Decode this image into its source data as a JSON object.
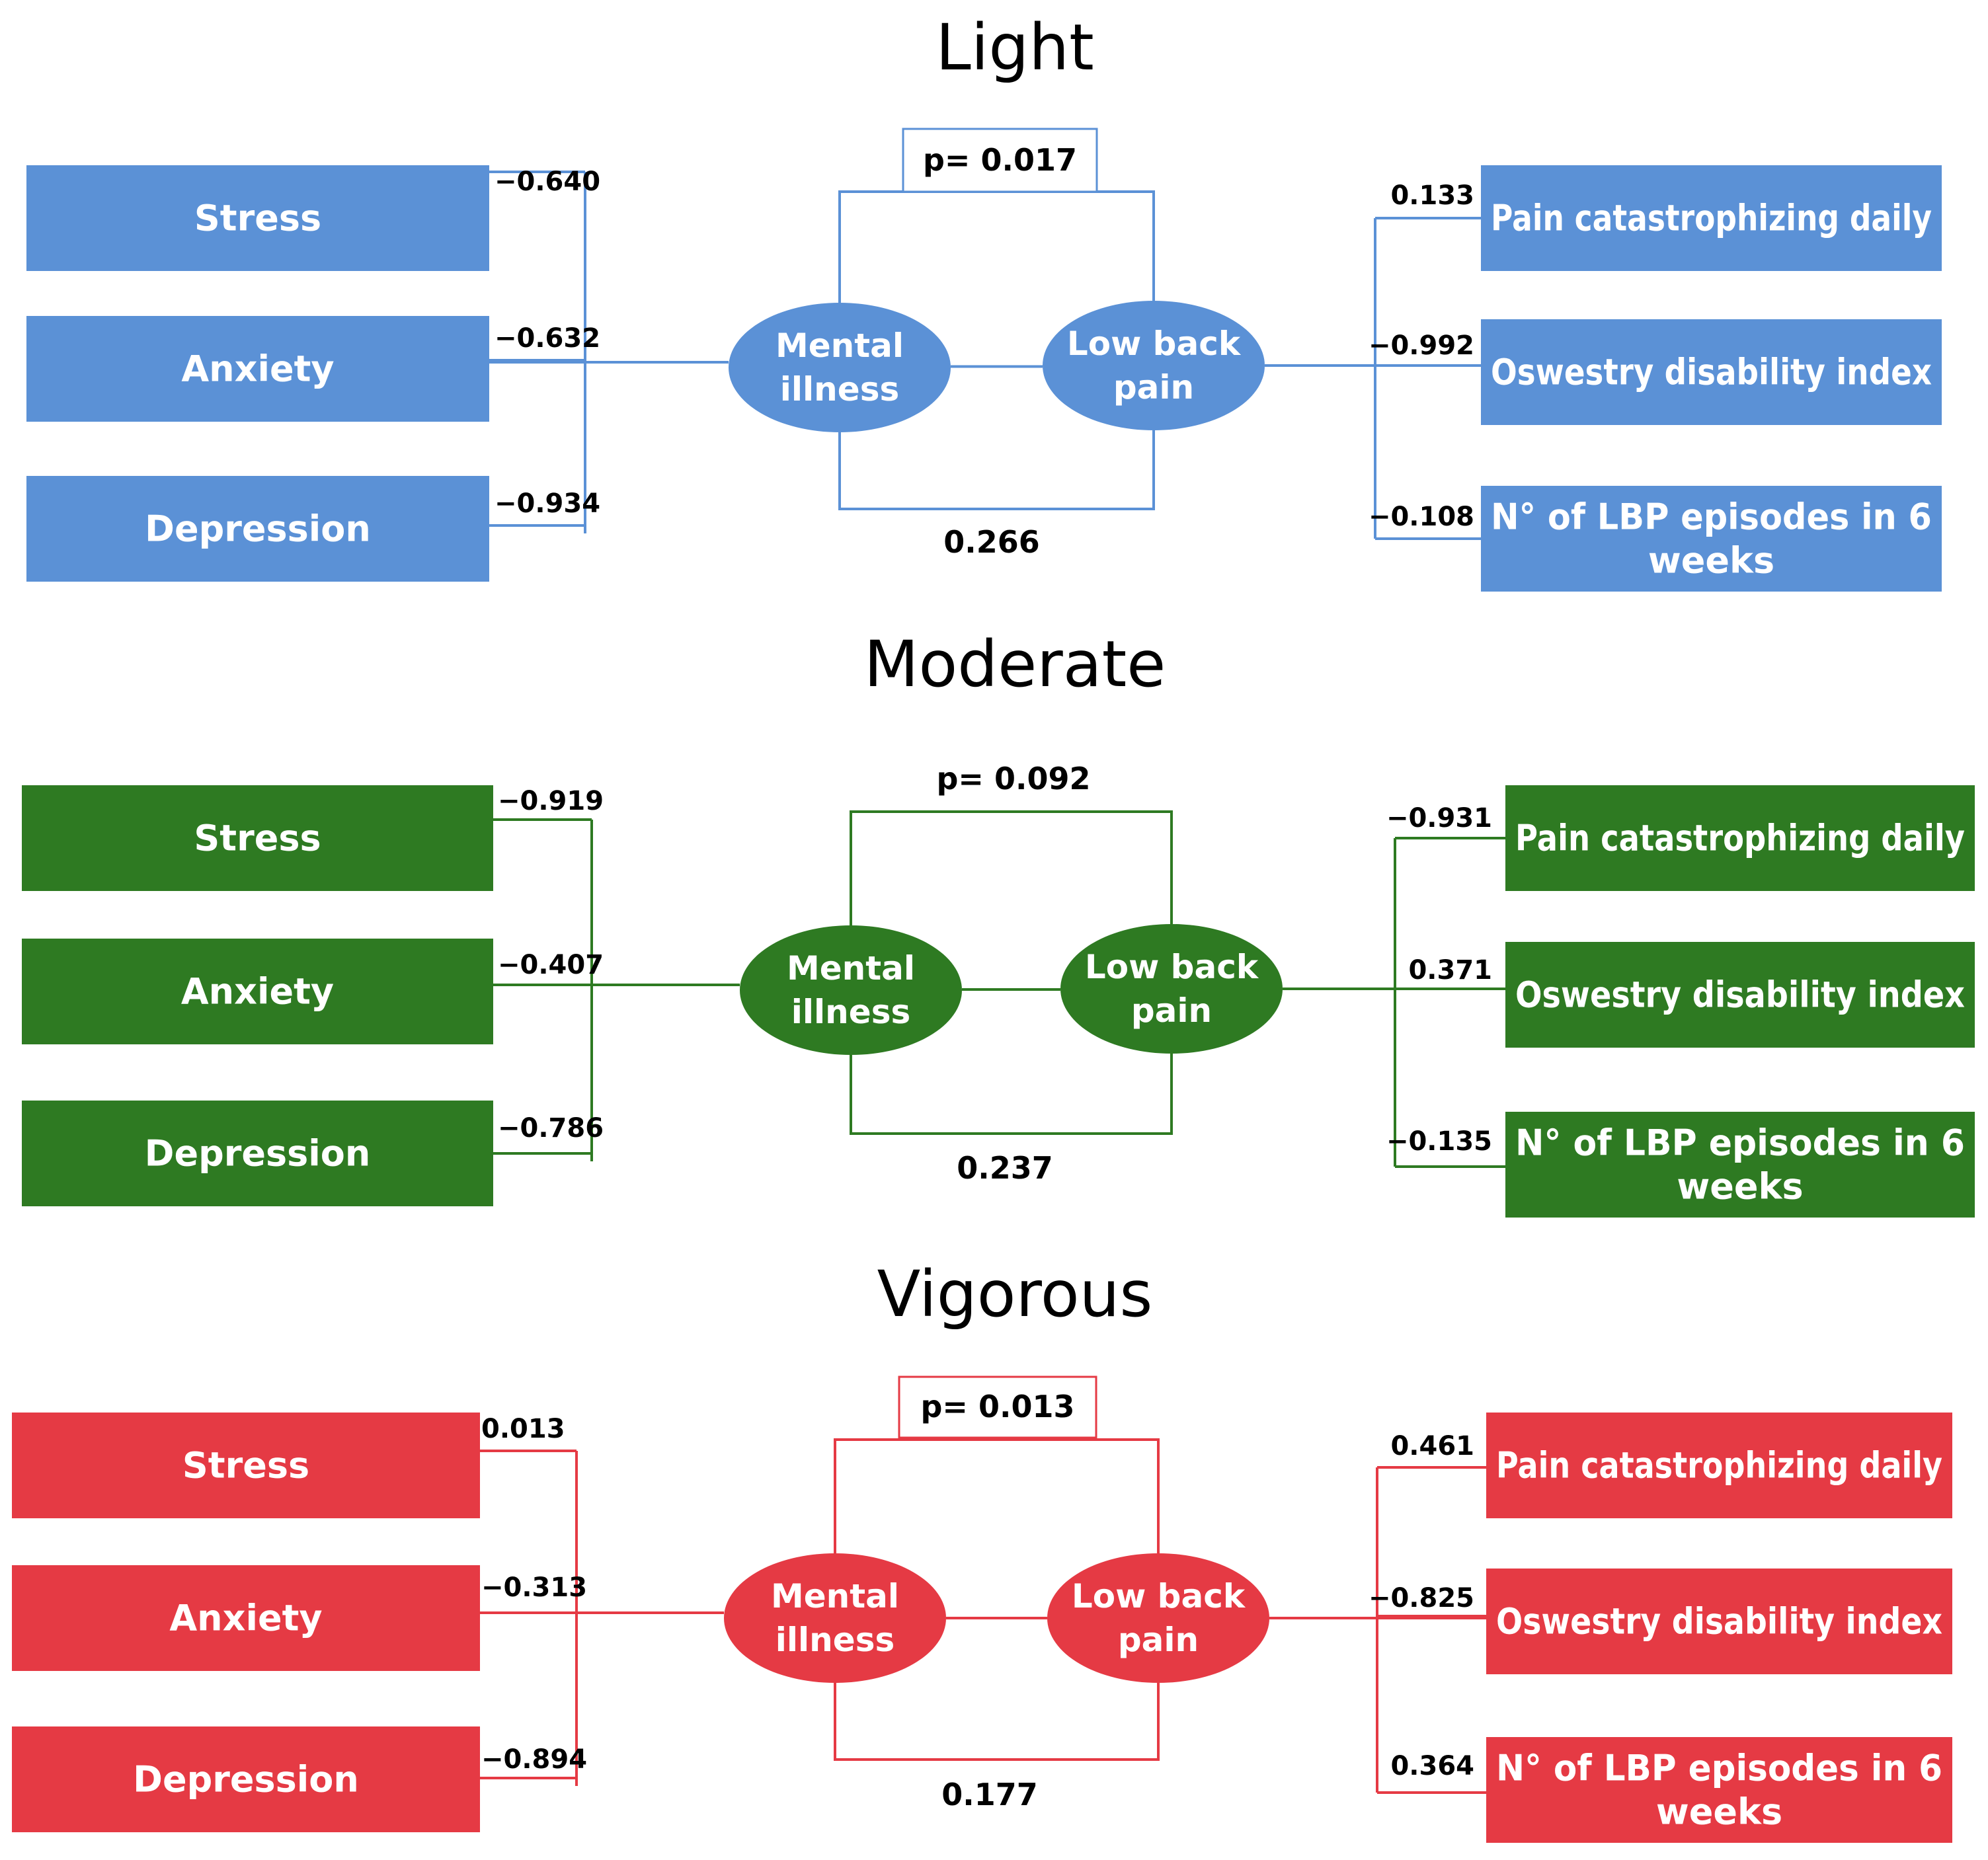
{
  "panels": [
    {
      "title": "Light",
      "color": "#5b91d6",
      "left_boxes": [
        {
          "label": "Stress",
          "coef": "−0.640"
        },
        {
          "label": "Anxiety",
          "coef": "−0.632"
        },
        {
          "label": "Depression",
          "coef": "−0.934"
        }
      ],
      "nodes": {
        "left": [
          "Mental",
          "illness"
        ],
        "right": [
          "Low back",
          "pain"
        ]
      },
      "p_value": "p= 0.017",
      "p_boxed": true,
      "bottom_value": "0.266",
      "right_boxes": [
        {
          "label": [
            "Pain catastrophizing daily"
          ],
          "coef": "0.133"
        },
        {
          "label": [
            "Oswestry disability index"
          ],
          "coef": "−0.992"
        },
        {
          "label": [
            "N° of LBP episodes in 6",
            "weeks"
          ],
          "coef": "−0.108"
        }
      ]
    },
    {
      "title": "Moderate",
      "color": "#2e7a22",
      "left_boxes": [
        {
          "label": "Stress",
          "coef": "−0.919"
        },
        {
          "label": "Anxiety",
          "coef": "−0.407"
        },
        {
          "label": "Depression",
          "coef": "−0.786"
        }
      ],
      "nodes": {
        "left": [
          "Mental",
          "illness"
        ],
        "right": [
          "Low back",
          "pain"
        ]
      },
      "p_value": "p= 0.092",
      "p_boxed": false,
      "bottom_value": "0.237",
      "right_boxes": [
        {
          "label": [
            "Pain catastrophizing daily"
          ],
          "coef": "−0.931"
        },
        {
          "label": [
            "Oswestry disability index"
          ],
          "coef": "0.371"
        },
        {
          "label": [
            "N° of LBP episodes in 6",
            "weeks"
          ],
          "coef": "−0.135"
        }
      ]
    },
    {
      "title": "Vigorous",
      "color": "#e53a44",
      "left_boxes": [
        {
          "label": "Stress",
          "coef": "0.013"
        },
        {
          "label": "Anxiety",
          "coef": "−0.313"
        },
        {
          "label": "Depression",
          "coef": "−0.894"
        }
      ],
      "nodes": {
        "left": [
          "Mental",
          "illness"
        ],
        "right": [
          "Low back",
          "pain"
        ]
      },
      "p_value": "p= 0.013",
      "p_boxed": true,
      "bottom_value": "0.177",
      "right_boxes": [
        {
          "label": [
            "Pain catastrophizing daily"
          ],
          "coef": "0.461"
        },
        {
          "label": [
            "Oswestry disability index"
          ],
          "coef": "−0.825"
        },
        {
          "label": [
            "N° of LBP episodes in 6",
            "weeks"
          ],
          "coef": "0.364"
        }
      ]
    }
  ]
}
